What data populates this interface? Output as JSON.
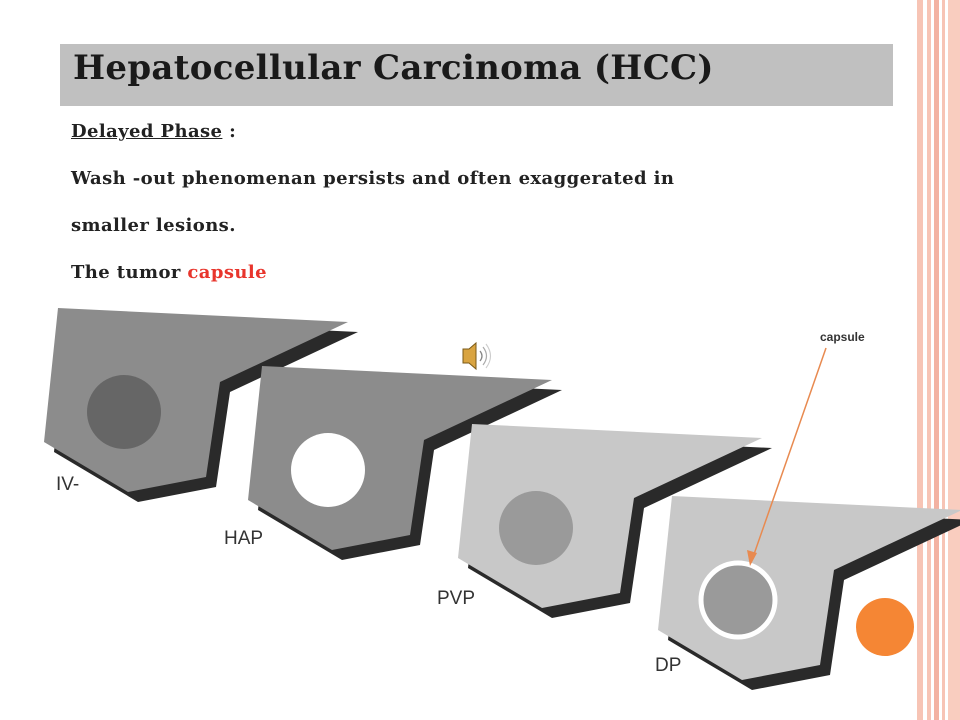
{
  "title": "Hepatocellular Carcinoma (HCC)",
  "body": {
    "heading": "Delayed Phase",
    "heading_suffix": " :",
    "line1": "Wash -out phenomenan persists and often exaggerated in",
    "line2": "smaller lesions.",
    "line3_prefix": "The tumor ",
    "line3_highlight": "capsule"
  },
  "phases": [
    {
      "label": "IV-",
      "liver_color": "#8c8c8c",
      "lesion_color": "#666666"
    },
    {
      "label": "HAP",
      "liver_color": "#8c8c8c",
      "lesion_color": "#ffffff"
    },
    {
      "label": "PVP",
      "liver_color": "#c8c8c8",
      "lesion_color": "#9a9a9a"
    },
    {
      "label": "DP",
      "liver_color": "#c8c8c8",
      "lesion_color": "#9a9a9a",
      "capsule_color": "#ffffff"
    }
  ],
  "annotation": {
    "text": "capsule",
    "arrow_color": "#e88a50"
  },
  "colors": {
    "accent": "#e8352c",
    "title_bar": "#c0c0c0",
    "stripe_pink": "#f7c4b5",
    "orange": "#f58634"
  },
  "icons": [
    "speaker-icon"
  ]
}
